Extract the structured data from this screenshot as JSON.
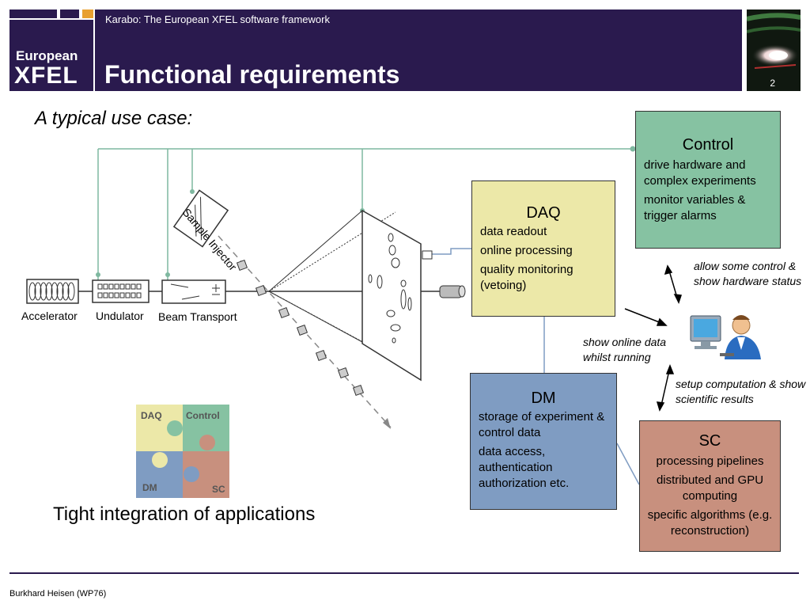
{
  "header": {
    "caption": "Karabo: The European XFEL software framework",
    "title": "Functional requirements",
    "slide_number": "2"
  },
  "logo": {
    "line1": "European",
    "line2": "XFEL",
    "squares": [
      "#2a1a4e",
      "#2a1a4e",
      "#e8a030"
    ]
  },
  "use_case": "A typical use case:",
  "beamline": {
    "accelerator": "Accelerator",
    "undulator": "Undulator",
    "beam_transport": "Beam Transport",
    "sample_injector": "Sample Injector"
  },
  "control": {
    "title": "Control",
    "items": [
      "drive hardware and complex experiments",
      "monitor variables & trigger alarms"
    ]
  },
  "daq": {
    "title": "DAQ",
    "items": [
      "data readout",
      "online processing",
      "quality monitoring (vetoing)"
    ]
  },
  "dm": {
    "title": "DM",
    "items": [
      "storage of experiment & control data",
      "data access, authentication authorization etc."
    ]
  },
  "sc": {
    "title": "SC",
    "items": [
      "processing pipelines",
      "distributed and GPU computing",
      "specific algorithms (e.g. reconstruction)"
    ]
  },
  "notes": {
    "allow_control": "allow some control & show hardware status",
    "show_online": "show online data whilst running",
    "setup_computation": "setup computation & show scientific results"
  },
  "puzzle": {
    "daq": "DAQ",
    "control": "Control",
    "dm": "DM",
    "sc": "SC"
  },
  "tight_integration": "Tight integration of applications",
  "footer": "Burkhard Heisen (WP76)",
  "colors": {
    "header_bg": "#2a1a4e",
    "control": "#86c2a2",
    "daq": "#ece8a8",
    "dm": "#7f9cc2",
    "sc": "#c8907e",
    "connector": "#7fb8a0",
    "link": "#7f9cc2"
  }
}
